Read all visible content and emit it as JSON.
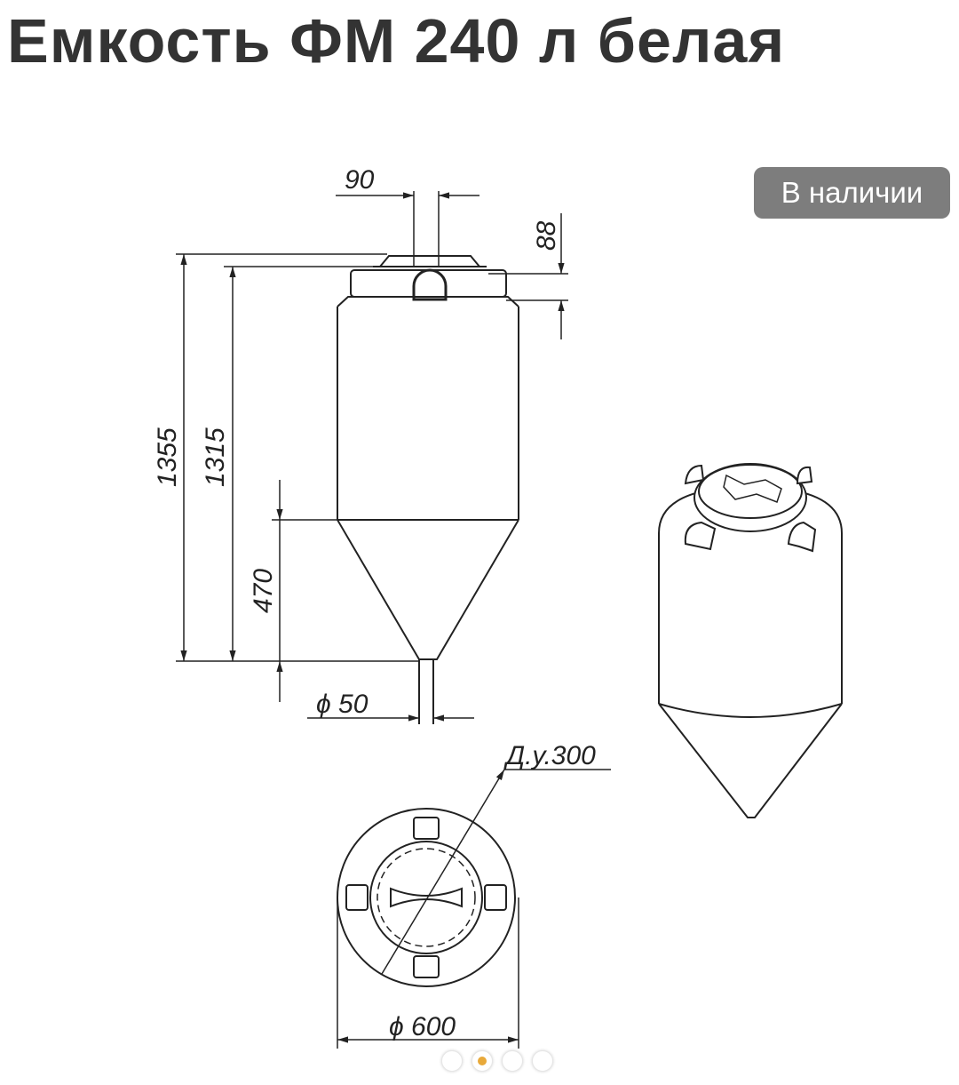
{
  "product": {
    "title": "Емкость ФМ 240 л белая",
    "availability": "В наличии"
  },
  "drawing": {
    "dimensions": {
      "top_width": "90",
      "lid_height": "88",
      "total_height": "1355",
      "body_height": "1315",
      "cone_height": "470",
      "outlet_diameter": "ϕ 50",
      "neck_nominal": "Д.у.300",
      "diameter": "ϕ 600"
    }
  },
  "gallery": {
    "slides": 4,
    "active_index": 1,
    "accent_color": "#e8a93a"
  },
  "colors": {
    "title": "#333333",
    "badge_bg": "#7d7d7d",
    "badge_text": "#ffffff"
  }
}
